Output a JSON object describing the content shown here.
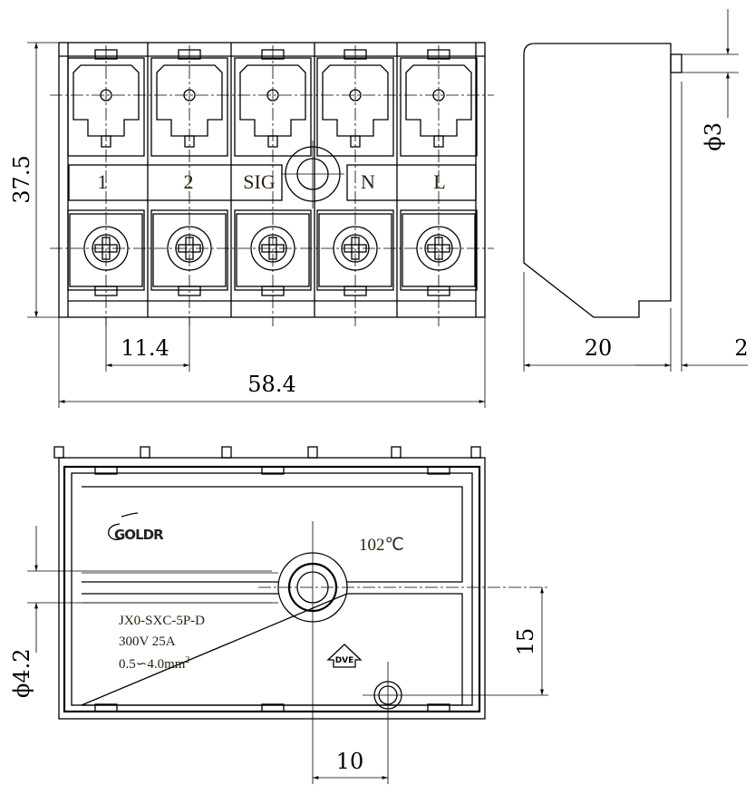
{
  "top_view": {
    "terminal_labels": [
      "1",
      "2",
      "SIG",
      "N",
      "L"
    ]
  },
  "dimensions": {
    "height": "37.5",
    "pitch": "11.4",
    "width": "58.4",
    "depth": "20",
    "tab": "2",
    "pin_dia": "ϕ3",
    "hole_dia": "ϕ4.2",
    "hole_offset_y": "15",
    "hole_offset_x": "10"
  },
  "bottom_view": {
    "brand": "GOLDR",
    "temperature": "102℃",
    "model": "JX0-SXC-5P-D",
    "rating": "300V 25A",
    "wire_range": "0.5∽4.0mm",
    "wire_range_sup": "2",
    "cert_mark": "DVE"
  }
}
